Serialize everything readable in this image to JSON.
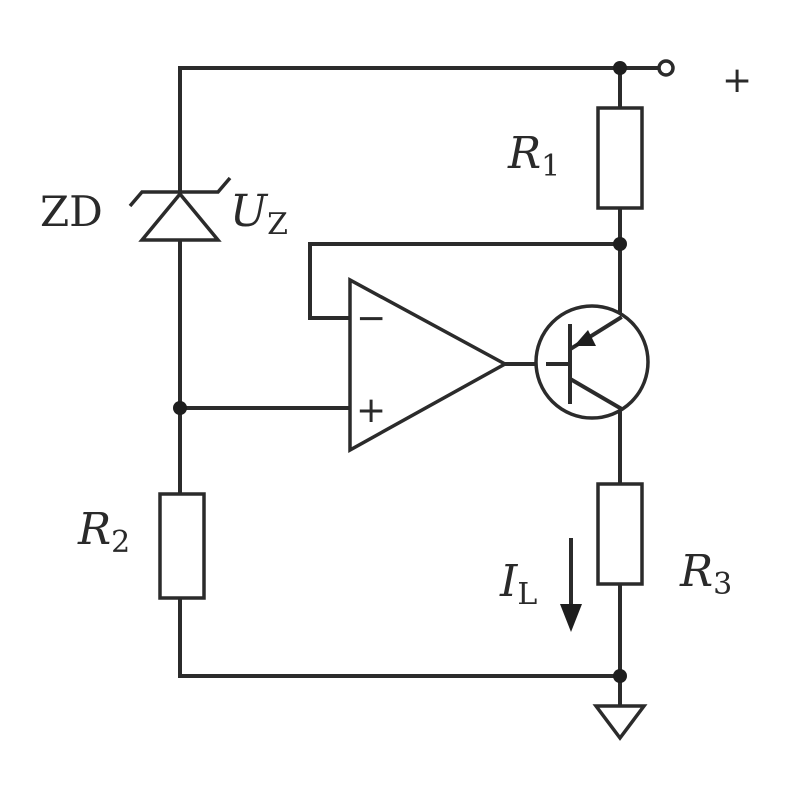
{
  "diagram": {
    "supply_label": "+",
    "zener": {
      "name": "ZD",
      "voltage_symbol": "U",
      "voltage_subscript": "Z"
    },
    "resistors": {
      "r1": {
        "symbol": "R",
        "subscript": "1"
      },
      "r2": {
        "symbol": "R",
        "subscript": "2"
      },
      "r3": {
        "symbol": "R",
        "subscript": "3"
      }
    },
    "opamp": {
      "inverting_sign": "−",
      "noninverting_sign": "+"
    },
    "load_current": {
      "symbol": "I",
      "subscript": "L"
    }
  }
}
